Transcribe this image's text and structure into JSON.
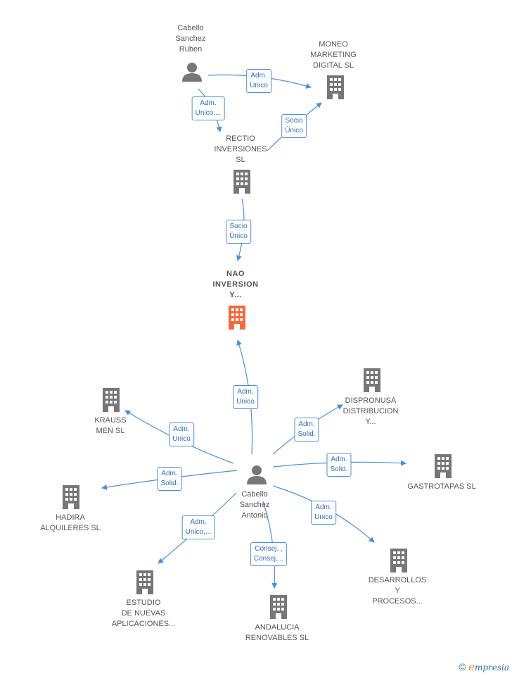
{
  "nodes": {
    "cabello_ruben": {
      "label": "Cabello\nSanchez\nRuben",
      "kind": "person"
    },
    "moneo": {
      "label": "MONEO\nMARKETING\nDIGITAL  SL",
      "kind": "company"
    },
    "rectio": {
      "label": "RECTIO\nINVERSIONES\nSL",
      "kind": "company"
    },
    "nao": {
      "label": "NAO\nINVERSION\nY...",
      "kind": "company-focus"
    },
    "cabello_antonio": {
      "label": "Cabello\nSanchez\nAntonio",
      "kind": "person"
    },
    "krauss": {
      "label": "KRAUSS\nMEN SL",
      "kind": "company"
    },
    "dispronusa": {
      "label": "DISPRONUSA\nDISTRIBUCION\nY...",
      "kind": "company"
    },
    "gastrotapas": {
      "label": "GASTROTAPAS SL",
      "kind": "company"
    },
    "hadira": {
      "label": "HADIRA\nALQUILERES SL",
      "kind": "company"
    },
    "estudio": {
      "label": "ESTUDIO\nDE NUEVAS\nAPLICACIONES...",
      "kind": "company"
    },
    "andalucia": {
      "label": "ANDALUCIA\nRENOVABLES SL",
      "kind": "company"
    },
    "desarrollos": {
      "label": "DESARROLLOS\nY\nPROCESOS...",
      "kind": "company"
    }
  },
  "edges": [
    {
      "id": "e1",
      "label": "Adm.\nUnico"
    },
    {
      "id": "e2",
      "label": "Adm.\nUnico,..."
    },
    {
      "id": "e3",
      "label": "Socio\nÚnico"
    },
    {
      "id": "e4",
      "label": "Socio\nÚnico"
    },
    {
      "id": "e5",
      "label": "Adm.\nUnico"
    },
    {
      "id": "e6",
      "label": "Adm.\nUnico"
    },
    {
      "id": "e7",
      "label": "Adm.\nSolid."
    },
    {
      "id": "e8",
      "label": "Adm.\nSolid."
    },
    {
      "id": "e9",
      "label": "Adm.\nSolid."
    },
    {
      "id": "e10",
      "label": "Adm.\nUnico,..."
    },
    {
      "id": "e11",
      "label": "Consej. ,\nConsej...."
    },
    {
      "id": "e12",
      "label": "Adm.\nUnico"
    }
  ],
  "colors": {
    "edge": "#4a90d9",
    "edge_text": "#2f6fb8",
    "icon_gray": "#777777",
    "focus": "#f26a3d",
    "brand_e": "#f08a2a"
  },
  "brand": {
    "copyright": "©",
    "e": "e",
    "rest": "mpresia"
  }
}
